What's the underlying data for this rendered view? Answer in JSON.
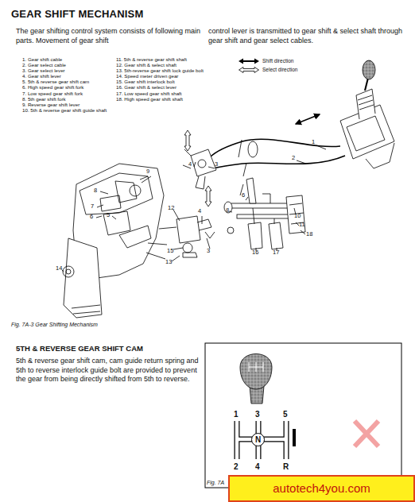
{
  "diagram": {
    "title": "GEAR SHIFT MECHANISM",
    "caption": "Fig. 7A-3 Gear Shifting Mechanism",
    "nodes": [
      {
        "text": [
          "N"
        ]
      },
      {
        "text": [
          "autotech4you.com"
        ]
      }
    ],
    "labels": [
      "The gear shifting control system consists of following main parts. Movement of gear shift",
      "control lever is transmitted to gear shift & select shaft through gear shift and gear select cables.",
      "1. Gear shift cable",
      "2. Gear select cable",
      "3. Gear select lever",
      "4. Gear shift lever",
      "5. 5th & reverse gear shift cam",
      "6. High speed gear shift fork",
      "7. Low speed gear shift fork",
      "8. 5th gear shift fork",
      "9. Reverse gear shift lever",
      "10. 5th & reverse gear shift guide shaft",
      "11. 5th & reverse gear shift shaft",
      "12. Gear shift & select shaft",
      "13. 5th-reverse gear shift lock guide bolt",
      "14. Speed meter driven gear",
      "15. Gear shift interlock bolt",
      "16. Gear shift & select lever",
      "17. Low speed gear shift shaft",
      "18. High speed gear shift shaft",
      "1",
      "2",
      "4",
      "3",
      "9",
      "8",
      "7",
      "6",
      "5",
      "12",
      "4",
      "3",
      "15",
      "13",
      "14",
      "6",
      "8",
      "10",
      "11",
      "18",
      "16",
      "17",
      "5TH & REVERSE GEAR SHIFT CAM",
      "5th & reverse gear shift cam, cam guide return spring and 5th to reverse interlock guide bolt are provided to prevent the gear from being directly shifted from 5th to reverse.",
      "1",
      "3",
      "5",
      "2",
      "4",
      "R",
      "Fig. 7A"
    ],
    "legend": [
      {
        "text": "Shift direction"
      },
      {
        "text": "Select direction"
      }
    ]
  }
}
